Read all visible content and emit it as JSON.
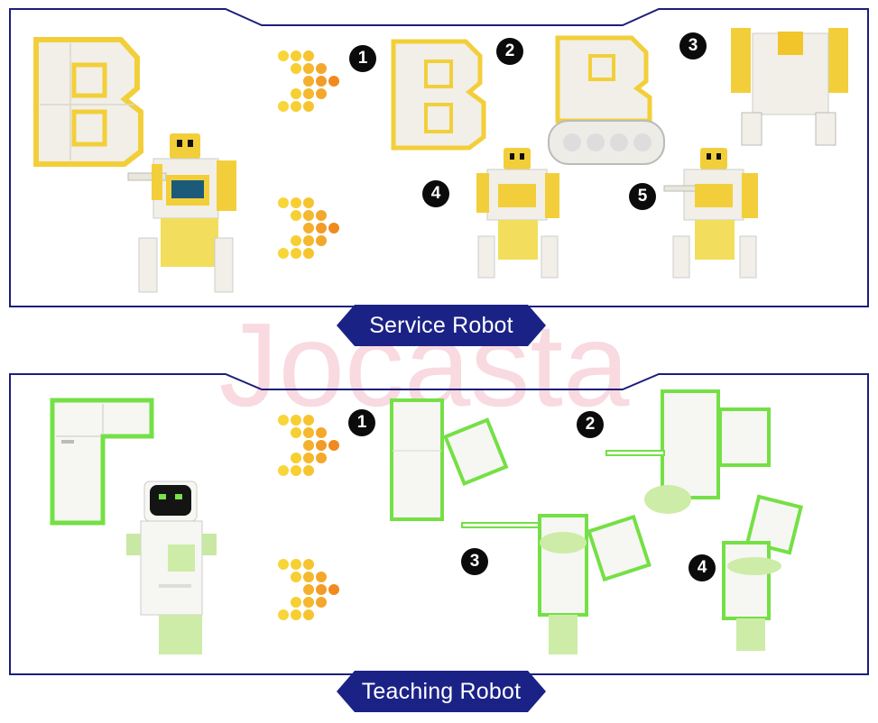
{
  "watermark": "Jocasta",
  "colors": {
    "frame": "#1c1f7a",
    "banner": "#1b2286",
    "dots_light": "#f7cf32",
    "dots_dark": "#f08a1e",
    "yellow_toy": "#f4dc5a",
    "green_toy": "#7ee04a"
  },
  "service": {
    "title": "Service Robot",
    "steps": [
      "1",
      "2",
      "3",
      "4",
      "5"
    ]
  },
  "teaching": {
    "title": "Teaching Robot",
    "steps": [
      "1",
      "2",
      "3",
      "4"
    ]
  }
}
